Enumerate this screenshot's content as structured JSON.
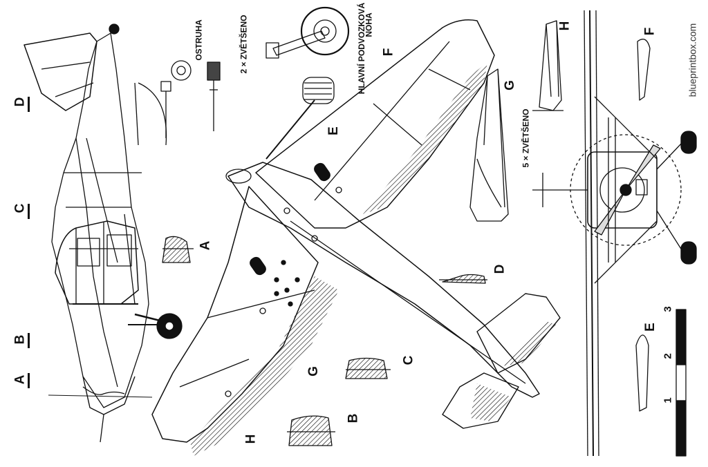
{
  "watermark": "blueprintbox.com",
  "labels": {
    "tail_skid": "OSTRUHA",
    "tail_scale": "2 × ZVĚTŠENO",
    "main_gear": "HLAVNÍ PODVOZKOVÁ",
    "main_gear_2": "NOHA",
    "detail_scale": "5 × ZVĚTŠENO"
  },
  "side_sections": [
    "A",
    "B",
    "C",
    "D"
  ],
  "plan_sections": [
    "E",
    "F",
    "G",
    "H"
  ],
  "profile_sections": [
    "A",
    "B",
    "C",
    "D"
  ],
  "detail_sections": [
    "G",
    "H",
    "E",
    "F"
  ],
  "scale_bar": {
    "ticks": [
      "1",
      "2",
      "3"
    ]
  }
}
